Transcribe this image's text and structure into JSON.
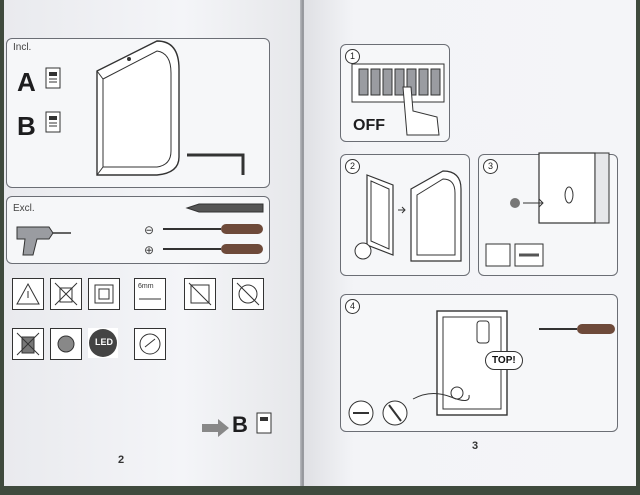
{
  "left_page": {
    "incl_label": "Incl.",
    "part_a": "A",
    "part_b": "B",
    "excl_label": "Excl.",
    "tool_minus": "⊖",
    "tool_plus": "⊕",
    "drill_bit_label": "6mm",
    "led_label": "LED",
    "go_to": "B",
    "page_number": "2"
  },
  "right_page": {
    "step1": "1",
    "step1_text": "OFF",
    "step2": "2",
    "step3": "3",
    "step4": "4",
    "top_label": "TOP!",
    "page_number": "3"
  },
  "colors": {
    "page": "#f2f3f6",
    "ink": "#333333",
    "tool_handle": "#6e4a3a",
    "background": "#3f4a3d"
  }
}
